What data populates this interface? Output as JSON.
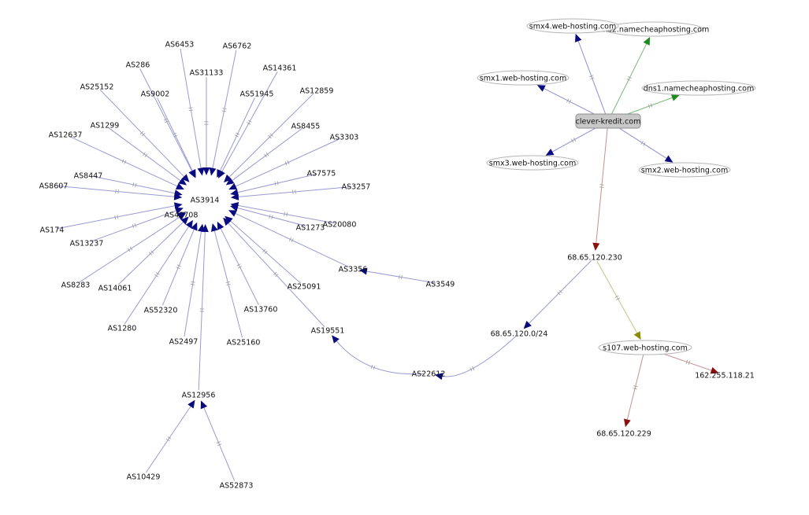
{
  "graph": {
    "colors": {
      "as_edge": "#9a9ad2",
      "arrow": "#0b0b80",
      "domain_edge": "#8f8fce",
      "green_edge": "#78b878",
      "green_arrow": "#1c8a1c",
      "red_edge": "#c89090",
      "red_arrow": "#8b0f0f",
      "olive_edge": "#c4c488",
      "olive_arrow": "#8b8b00",
      "ellipse_stroke": "#b5b5b5",
      "domain_fill": "#c8c8c8",
      "domain_stroke": "#8c8c8c",
      "tick": "#9a9a9a"
    },
    "hub": {
      "id": "hub",
      "label": "AS3914",
      "shape": "text"
    },
    "nodes": [
      {
        "id": "as6453",
        "label": "AS6453",
        "shape": "text"
      },
      {
        "id": "as6762",
        "label": "AS6762",
        "shape": "text"
      },
      {
        "id": "as286",
        "label": "AS286",
        "shape": "text"
      },
      {
        "id": "as31133",
        "label": "AS31133",
        "shape": "text"
      },
      {
        "id": "as14361",
        "label": "AS14361",
        "shape": "text"
      },
      {
        "id": "as25152",
        "label": "AS25152",
        "shape": "text"
      },
      {
        "id": "as9002",
        "label": "AS9002",
        "shape": "text"
      },
      {
        "id": "as51945",
        "label": "AS51945",
        "shape": "text"
      },
      {
        "id": "as12859",
        "label": "AS12859",
        "shape": "text"
      },
      {
        "id": "as1299",
        "label": "AS1299",
        "shape": "text"
      },
      {
        "id": "as8455",
        "label": "AS8455",
        "shape": "text"
      },
      {
        "id": "as12637",
        "label": "AS12637",
        "shape": "text"
      },
      {
        "id": "as3303",
        "label": "AS3303",
        "shape": "text"
      },
      {
        "id": "as8447",
        "label": "AS8447",
        "shape": "text"
      },
      {
        "id": "as7575",
        "label": "AS7575",
        "shape": "text"
      },
      {
        "id": "as8607",
        "label": "AS8607",
        "shape": "text"
      },
      {
        "id": "as3257",
        "label": "AS3257",
        "shape": "text"
      },
      {
        "id": "as42708",
        "label": "AS42708",
        "shape": "text"
      },
      {
        "id": "as20080",
        "label": "AS20080",
        "shape": "text"
      },
      {
        "id": "as174",
        "label": "AS174",
        "shape": "text"
      },
      {
        "id": "as1273",
        "label": "AS1273",
        "shape": "text"
      },
      {
        "id": "as13237",
        "label": "AS13237",
        "shape": "text"
      },
      {
        "id": "as3356",
        "label": "AS3356",
        "shape": "text"
      },
      {
        "id": "as3549",
        "label": "AS3549",
        "shape": "text"
      },
      {
        "id": "as8283",
        "label": "AS8283",
        "shape": "text"
      },
      {
        "id": "as14061",
        "label": "AS14061",
        "shape": "text"
      },
      {
        "id": "as25091",
        "label": "AS25091",
        "shape": "text"
      },
      {
        "id": "as52320",
        "label": "AS52320",
        "shape": "text"
      },
      {
        "id": "as13760",
        "label": "AS13760",
        "shape": "text"
      },
      {
        "id": "as1280",
        "label": "AS1280",
        "shape": "text"
      },
      {
        "id": "as19551",
        "label": "AS19551",
        "shape": "text"
      },
      {
        "id": "as2497",
        "label": "AS2497",
        "shape": "text"
      },
      {
        "id": "as25160",
        "label": "AS25160",
        "shape": "text"
      },
      {
        "id": "as12956",
        "label": "AS12956",
        "shape": "text"
      },
      {
        "id": "as10429",
        "label": "AS10429",
        "shape": "text"
      },
      {
        "id": "as52873",
        "label": "AS52873",
        "shape": "text"
      },
      {
        "id": "as22612",
        "label": "AS22612",
        "shape": "text"
      },
      {
        "id": "prefix",
        "label": "68.65.120.0/24",
        "shape": "text"
      },
      {
        "id": "ip230",
        "label": "68.65.120.230",
        "shape": "text"
      },
      {
        "id": "s107",
        "label": "s107.web-hosting.com",
        "shape": "ellipse"
      },
      {
        "id": "ip162",
        "label": "162.255.118.21",
        "shape": "text"
      },
      {
        "id": "ip229",
        "label": "68.65.120.229",
        "shape": "text"
      },
      {
        "id": "dns2",
        "label": "dns2.namecheaphosting.com",
        "shape": "ellipse"
      },
      {
        "id": "smx4",
        "label": "smx4.web-hosting.com",
        "shape": "ellipse"
      },
      {
        "id": "smx1",
        "label": "smx1.web-hosting.com",
        "shape": "ellipse"
      },
      {
        "id": "dns1",
        "label": "dns1.namecheaphosting.com",
        "shape": "ellipse"
      },
      {
        "id": "domain",
        "label": "clever-kredit.com",
        "shape": "box"
      },
      {
        "id": "smx3",
        "label": "smx3.web-hosting.com",
        "shape": "ellipse"
      },
      {
        "id": "smx2",
        "label": "smx2.web-hosting.com",
        "shape": "ellipse"
      }
    ],
    "edges": [
      {
        "from": "as6453",
        "to": "hub",
        "color": "as"
      },
      {
        "from": "as6762",
        "to": "hub",
        "color": "as"
      },
      {
        "from": "as286",
        "to": "hub",
        "color": "as"
      },
      {
        "from": "as31133",
        "to": "hub",
        "color": "as"
      },
      {
        "from": "as14361",
        "to": "hub",
        "color": "as"
      },
      {
        "from": "as25152",
        "to": "hub",
        "color": "as"
      },
      {
        "from": "as9002",
        "to": "hub",
        "color": "as"
      },
      {
        "from": "as51945",
        "to": "hub",
        "color": "as"
      },
      {
        "from": "as12859",
        "to": "hub",
        "color": "as"
      },
      {
        "from": "as1299",
        "to": "hub",
        "color": "as"
      },
      {
        "from": "as8455",
        "to": "hub",
        "color": "as"
      },
      {
        "from": "as12637",
        "to": "hub",
        "color": "as"
      },
      {
        "from": "as3303",
        "to": "hub",
        "color": "as"
      },
      {
        "from": "as8447",
        "to": "hub",
        "color": "as"
      },
      {
        "from": "as7575",
        "to": "hub",
        "color": "as"
      },
      {
        "from": "as8607",
        "to": "hub",
        "color": "as"
      },
      {
        "from": "as3257",
        "to": "hub",
        "color": "as"
      },
      {
        "from": "as42708",
        "to": "hub",
        "color": "as"
      },
      {
        "from": "as20080",
        "to": "hub",
        "color": "as"
      },
      {
        "from": "as174",
        "to": "hub",
        "color": "as"
      },
      {
        "from": "as1273",
        "to": "hub",
        "color": "as"
      },
      {
        "from": "as13237",
        "to": "hub",
        "color": "as"
      },
      {
        "from": "as3356",
        "to": "hub",
        "color": "as"
      },
      {
        "from": "as8283",
        "to": "hub",
        "color": "as"
      },
      {
        "from": "as14061",
        "to": "hub",
        "color": "as"
      },
      {
        "from": "as25091",
        "to": "hub",
        "color": "as"
      },
      {
        "from": "as52320",
        "to": "hub",
        "color": "as"
      },
      {
        "from": "as13760",
        "to": "hub",
        "color": "as"
      },
      {
        "from": "as1280",
        "to": "hub",
        "color": "as"
      },
      {
        "from": "as19551",
        "to": "hub",
        "color": "as"
      },
      {
        "from": "as2497",
        "to": "hub",
        "color": "as"
      },
      {
        "from": "as25160",
        "to": "hub",
        "color": "as"
      },
      {
        "from": "as12956",
        "to": "hub",
        "color": "as"
      },
      {
        "from": "as3549",
        "to": "as3356",
        "color": "as"
      },
      {
        "from": "as10429",
        "to": "as12956",
        "color": "as"
      },
      {
        "from": "as52873",
        "to": "as12956",
        "color": "as"
      },
      {
        "from": "as22612",
        "to": "as19551",
        "color": "as",
        "curve": "down-left"
      },
      {
        "from": "prefix",
        "to": "as22612",
        "color": "as",
        "curve": "down-right"
      },
      {
        "from": "ip230",
        "to": "prefix",
        "color": "as"
      },
      {
        "from": "domain",
        "to": "ip230",
        "color": "red"
      },
      {
        "from": "ip230",
        "to": "s107",
        "color": "olive"
      },
      {
        "from": "s107",
        "to": "ip162",
        "color": "red"
      },
      {
        "from": "s107",
        "to": "ip229",
        "color": "red"
      },
      {
        "from": "domain",
        "to": "smx4",
        "color": "domain"
      },
      {
        "from": "domain",
        "to": "dns2",
        "color": "green"
      },
      {
        "from": "domain",
        "to": "smx1",
        "color": "domain"
      },
      {
        "from": "domain",
        "to": "dns1",
        "color": "green"
      },
      {
        "from": "domain",
        "to": "smx3",
        "color": "domain"
      },
      {
        "from": "domain",
        "to": "smx2",
        "color": "domain"
      }
    ]
  }
}
